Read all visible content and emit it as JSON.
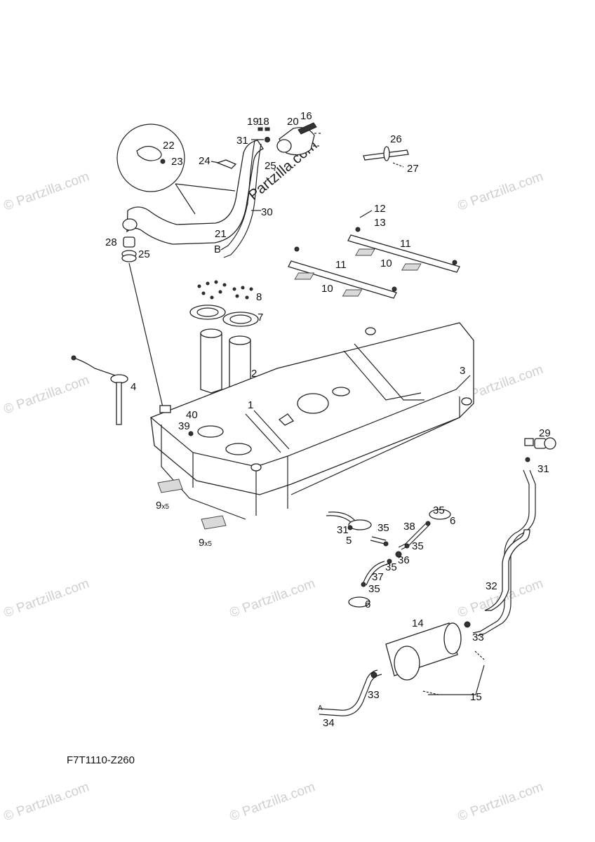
{
  "diagram_code": "F7T1110-Z260",
  "watermarks": {
    "small": "© Partzilla.com",
    "large": "© Partzilla.com"
  },
  "callouts": {
    "c1": "1",
    "c2": "2",
    "c3": "3",
    "c4": "4",
    "c5": "5",
    "c6a": "6",
    "c6b": "6",
    "c7": "7",
    "c8": "8",
    "c9a": "9",
    "c9b": "9",
    "c9a_qty": "x5",
    "c9b_qty": "x5",
    "c10a": "10",
    "c10b": "10",
    "c11a": "11",
    "c11b": "11",
    "c12": "12",
    "c13": "13",
    "c14": "14",
    "c15": "15",
    "c16": "16",
    "c18": "18",
    "c19": "19",
    "c20": "20",
    "c21": "21",
    "c22": "22",
    "c23": "23",
    "c24": "24",
    "c25a": "25",
    "c25b": "25",
    "c26": "26",
    "c27": "27",
    "c28": "28",
    "c29": "29",
    "c30": "30",
    "c31a": "31",
    "c31b": "31",
    "c31c": "31",
    "c32": "32",
    "c33a": "33",
    "c33b": "33",
    "c34": "34",
    "c35a": "35",
    "c35b": "35",
    "c35c": "35",
    "c35d": "35",
    "c35e": "35",
    "c36": "36",
    "c37": "37",
    "c38": "38",
    "c39": "39",
    "c40": "40",
    "refB": "B",
    "refA": "A"
  }
}
